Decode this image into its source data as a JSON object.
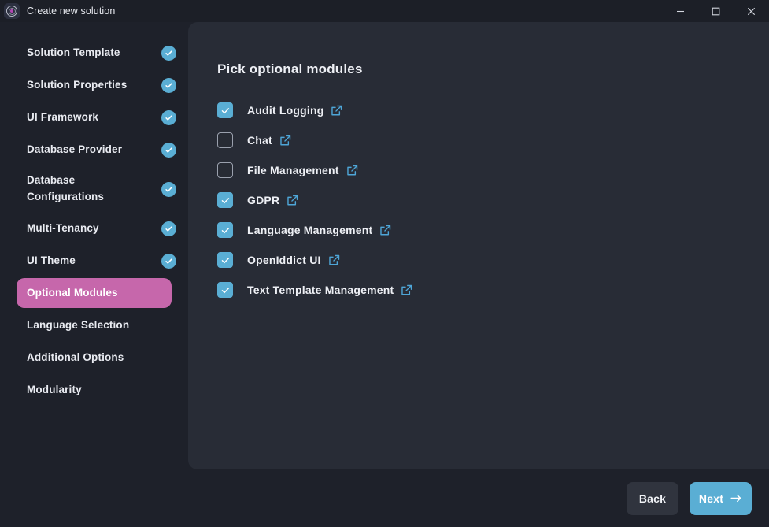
{
  "titlebar": {
    "title": "Create new solution",
    "app_icon": "abp-logo-icon",
    "minimize_icon": "minimize-icon",
    "maximize_icon": "maximize-icon",
    "close_icon": "close-icon"
  },
  "sidebar": {
    "items": [
      {
        "label": "Solution Template",
        "completed": true,
        "active": false
      },
      {
        "label": "Solution Properties",
        "completed": true,
        "active": false
      },
      {
        "label": "UI Framework",
        "completed": true,
        "active": false
      },
      {
        "label": "Database Provider",
        "completed": true,
        "active": false
      },
      {
        "label": "Database Configurations",
        "completed": true,
        "active": false
      },
      {
        "label": "Multi-Tenancy",
        "completed": true,
        "active": false
      },
      {
        "label": "UI Theme",
        "completed": true,
        "active": false
      },
      {
        "label": "Optional Modules",
        "completed": false,
        "active": true
      },
      {
        "label": "Language Selection",
        "completed": false,
        "active": false
      },
      {
        "label": "Additional Options",
        "completed": false,
        "active": false
      },
      {
        "label": "Modularity",
        "completed": false,
        "active": false
      }
    ],
    "check_icon": "check-circle-icon"
  },
  "main": {
    "title": "Pick optional modules",
    "modules": [
      {
        "label": "Audit Logging",
        "checked": true,
        "link_icon": "external-link-icon"
      },
      {
        "label": "Chat",
        "checked": false,
        "link_icon": "external-link-icon"
      },
      {
        "label": "File Management",
        "checked": false,
        "link_icon": "external-link-icon"
      },
      {
        "label": "GDPR",
        "checked": true,
        "link_icon": "external-link-icon"
      },
      {
        "label": "Language Management",
        "checked": true,
        "link_icon": "external-link-icon"
      },
      {
        "label": "OpenIddict UI",
        "checked": true,
        "link_icon": "external-link-icon"
      },
      {
        "label": "Text Template Management",
        "checked": true,
        "link_icon": "external-link-icon"
      }
    ]
  },
  "footer": {
    "back_label": "Back",
    "next_label": "Next",
    "next_icon": "arrow-right-icon"
  },
  "colors": {
    "window_bg": "#1e212a",
    "titlebar_bg": "#1c1f27",
    "panel_bg": "#282c36",
    "accent_blue": "#5aaed4",
    "active_pink": "#c667ab",
    "link_blue": "#4ea6d8",
    "text": "#eef0f5"
  }
}
